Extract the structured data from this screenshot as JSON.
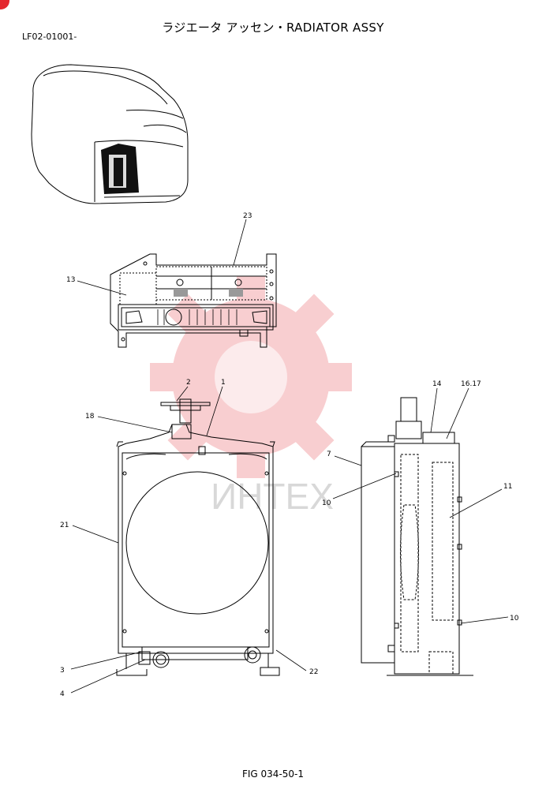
{
  "header": {
    "title": "ラジエータ アッセン・RADIATOR ASSY",
    "code": "LF02-01001-"
  },
  "footer": {
    "figure": "FIG 034-50-1"
  },
  "watermark": {
    "text": "ИНТЕХ",
    "color": "#e4272e"
  },
  "callouts": {
    "c23": "23",
    "c13": "13",
    "c2": "2",
    "c1": "1",
    "c18": "18",
    "c21": "21",
    "c3": "3",
    "c4": "4",
    "c22": "22",
    "c14": "14",
    "c1617": "16.17",
    "c7": "7",
    "c10a": "10",
    "c11": "11",
    "c10b": "10"
  }
}
